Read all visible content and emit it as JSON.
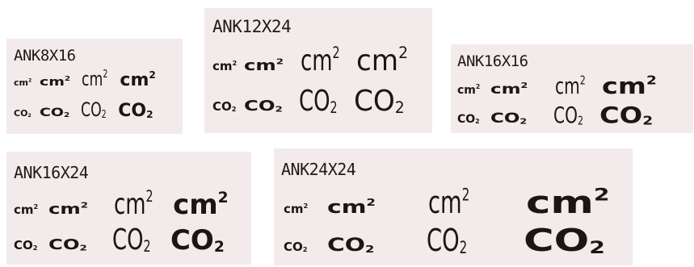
{
  "colors": {
    "panel_background": "#f3ebeb",
    "text": "#1d1414"
  },
  "panels": [
    {
      "title": "ANK8X16",
      "row1": [
        "cm",
        "cm",
        "cm",
        "cm"
      ],
      "row1_sup": "2",
      "row2": [
        "CO",
        "CO",
        "CO",
        "CO"
      ],
      "row2_sub": "2"
    },
    {
      "title": "ANK12X24",
      "row1": [
        "cm",
        "cm",
        "cm",
        "cm"
      ],
      "row1_sup": "2",
      "row2": [
        "CO",
        "CO",
        "CO",
        "CO"
      ],
      "row2_sub": "2"
    },
    {
      "title": "ANK16X16",
      "row1": [
        "cm",
        "cm",
        "cm",
        "cm"
      ],
      "row1_sup": "2",
      "row2": [
        "CO",
        "CO",
        "CO",
        "CO"
      ],
      "row2_sub": "2"
    },
    {
      "title": "ANK16X24",
      "row1": [
        "cm",
        "cm",
        "cm",
        "cm"
      ],
      "row1_sup": "2",
      "row2": [
        "CO",
        "CO",
        "CO",
        "CO"
      ],
      "row2_sub": "2"
    },
    {
      "title": "ANK24X24",
      "row1": [
        "cm",
        "cm",
        "cm",
        "cm"
      ],
      "row1_sup": "2",
      "row2": [
        "CO",
        "CO",
        "CO",
        "CO"
      ],
      "row2_sub": "2"
    }
  ]
}
